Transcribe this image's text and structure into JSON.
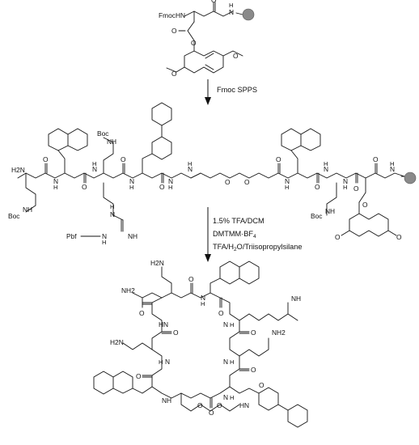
{
  "scheme": {
    "start_material": {
      "labels": [
        "FmocHN",
        "O",
        "H",
        "N",
        "O",
        "O",
        "O",
        "O"
      ]
    },
    "step1": {
      "reagent": "Fmoc SPPS"
    },
    "linear_peptide": {
      "labels": [
        "H2N",
        "O",
        "H",
        "N",
        "N",
        "H",
        "O",
        "H",
        "N",
        "Boc",
        "NH",
        "O",
        "H",
        "N",
        "N",
        "H",
        "O",
        "H",
        "N",
        "O",
        "O",
        "O",
        "H",
        "N",
        "N",
        "H",
        "O",
        "H",
        "N",
        "Boc",
        "NH",
        "O",
        "O",
        "H",
        "N",
        "O",
        "O",
        "O"
      ],
      "protecting_groups": {
        "boc_left": "Boc",
        "boc_mid": "Boc",
        "boc_right": "Boc",
        "pbf": "Pbf",
        "guanidine_nh": "NH",
        "guanidine_h": "H",
        "guanidine_n": "N",
        "guanidine_nh2": "NH"
      }
    },
    "step2": {
      "line1": "1.5% TFA/DCM",
      "line2_main": "DMTMM",
      "line2_dot": "·",
      "line2_salt": "BF",
      "line2_sub": "4",
      "line3_a": "TFA/H",
      "line3_sub": "2",
      "line3_b": "O/Triisopropylsilane"
    },
    "cyclic_peptide": {
      "labels": [
        "H2N",
        "NH2",
        "NH2",
        "NH",
        "H2N",
        "O",
        "O",
        "H",
        "N",
        "O",
        "O",
        "H",
        "N",
        "O",
        "H",
        "N",
        "O",
        "H",
        "N",
        "O",
        "H",
        "N",
        "NH",
        "HN",
        "O",
        "O",
        "O",
        "HN",
        "O",
        "H2N",
        "O",
        "NH",
        "O",
        "NH",
        "O",
        "NH",
        "O",
        "O",
        "O",
        "HN"
      ]
    }
  }
}
